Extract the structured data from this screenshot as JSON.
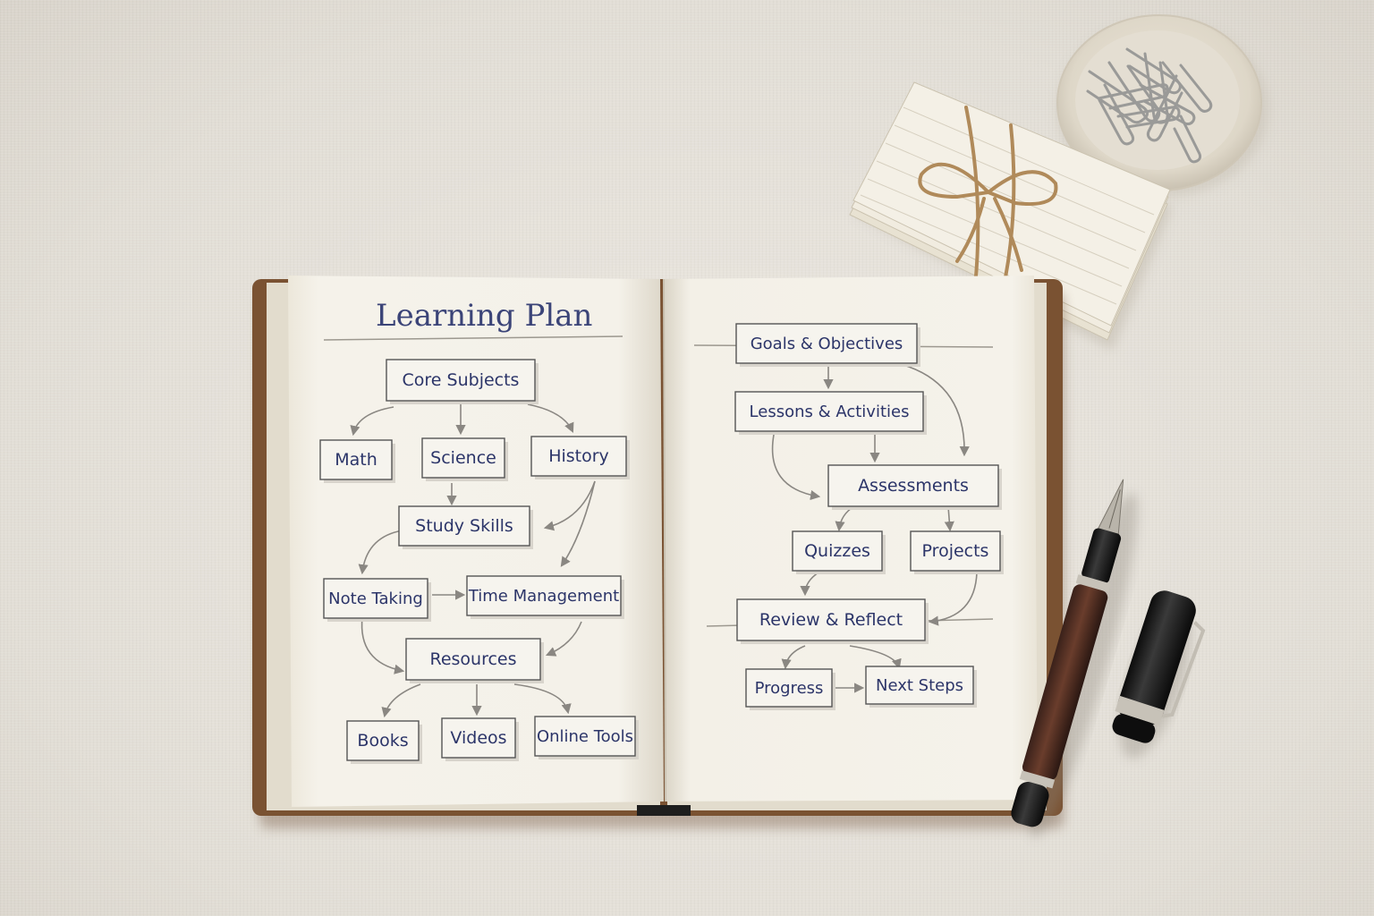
{
  "notebook": {
    "left_page": {
      "title": "Learning Plan",
      "nodes": {
        "core_subjects": "Core Subjects",
        "math": "Math",
        "science": "Science",
        "history": "History",
        "study_skills": "Study Skills",
        "note_taking": "Note Taking",
        "time_management": "Time Management",
        "resources": "Resources",
        "books": "Books",
        "videos": "Videos",
        "online_tools": "Online Tools"
      }
    },
    "right_page": {
      "nodes": {
        "goals_objectives": "Goals & Objectives",
        "lessons_activities": "Lessons & Activities",
        "assessments": "Assessments",
        "quizzes": "Quizzes",
        "projects": "Projects",
        "review_reflect": "Review & Reflect",
        "progress": "Progress",
        "next_steps": "Next Steps"
      }
    }
  },
  "colors": {
    "ink": "#2c3569",
    "paper": "#f4f1e8",
    "cover": "#7a5232",
    "background": "#e6e2db"
  },
  "icons": {
    "pen": "fountain-pen-icon",
    "cap": "pen-cap-icon",
    "cards": "index-cards-icon",
    "bowl": "paperclip-bowl-icon"
  }
}
